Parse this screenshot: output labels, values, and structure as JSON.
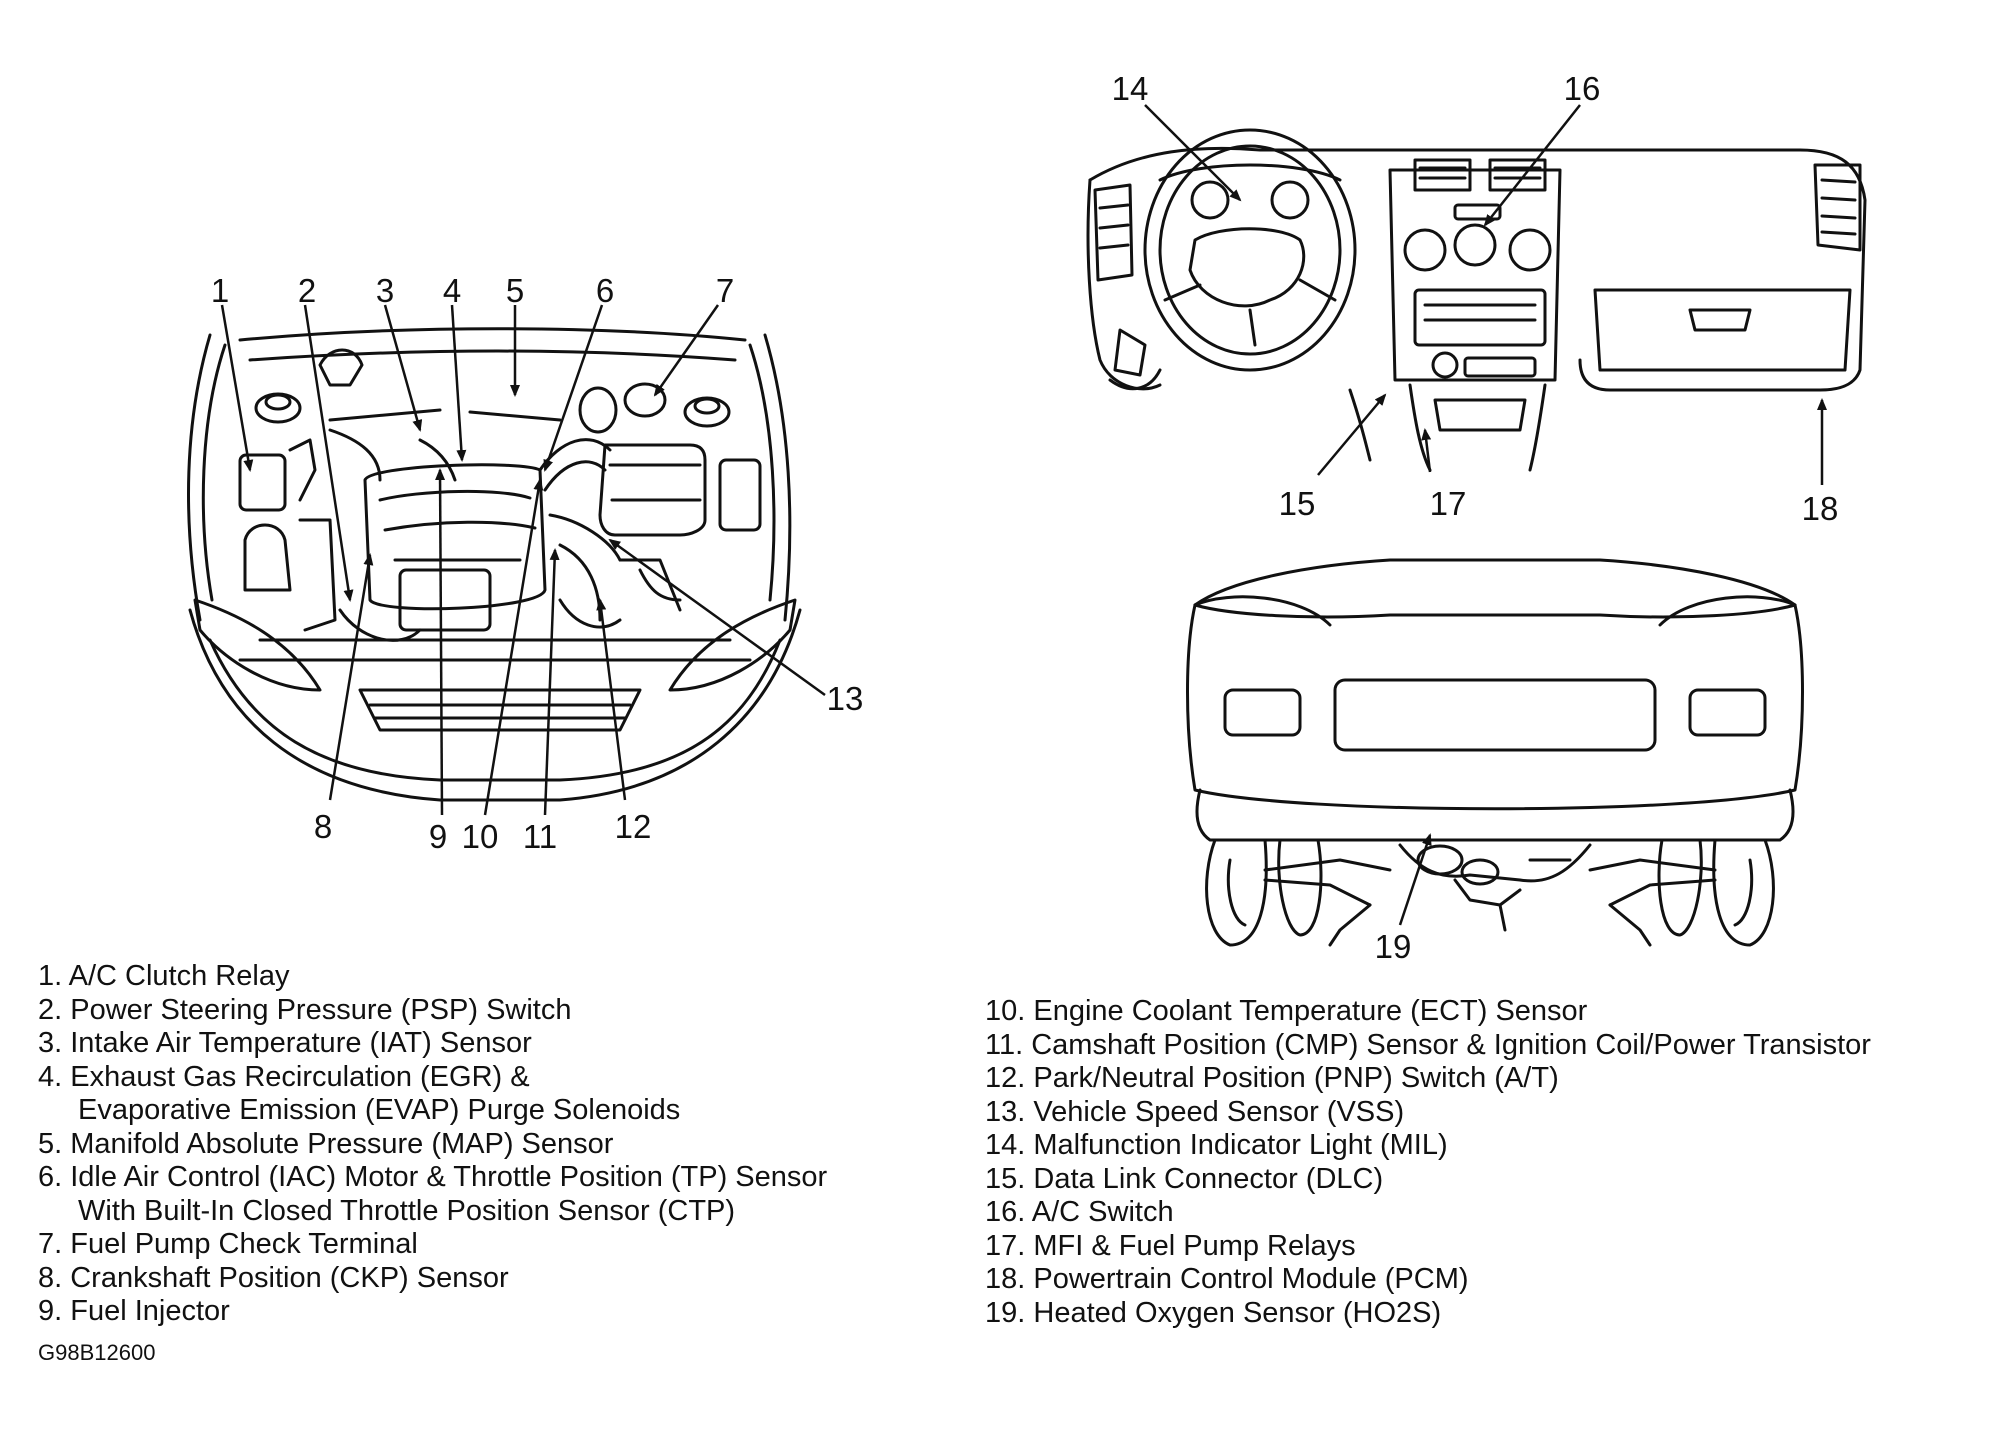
{
  "callouts": [
    "1",
    "2",
    "3",
    "4",
    "5",
    "6",
    "7",
    "8",
    "9",
    "10",
    "11",
    "12",
    "13",
    "14",
    "15",
    "16",
    "17",
    "18",
    "19"
  ],
  "legend_left": [
    "1. A/C Clutch Relay",
    "2. Power Steering Pressure (PSP) Switch",
    "3. Intake Air Temperature (IAT) Sensor",
    "4. Exhaust Gas Recirculation (EGR) &",
    "Evaporative Emission (EVAP) Purge Solenoids",
    "5. Manifold Absolute Pressure (MAP) Sensor",
    "6. Idle Air Control (IAC) Motor & Throttle Position (TP) Sensor",
    "With Built-In Closed Throttle Position Sensor (CTP)",
    "7. Fuel Pump Check Terminal",
    "8. Crankshaft Position (CKP) Sensor",
    "9. Fuel Injector"
  ],
  "legend_right": [
    "10. Engine Coolant Temperature (ECT) Sensor",
    "11. Camshaft Position (CMP) Sensor & Ignition Coil/Power Transistor",
    "12. Park/Neutral Position (PNP) Switch (A/T)",
    "13. Vehicle Speed Sensor (VSS)",
    "14. Malfunction Indicator Light (MIL)",
    "15. Data Link Connector (DLC)",
    "16. A/C Switch",
    "17. MFI & Fuel Pump Relays",
    "18. Powertrain Control Module (PCM)",
    "19. Heated Oxygen Sensor (HO2S)"
  ],
  "figure_code": "G98B12600"
}
